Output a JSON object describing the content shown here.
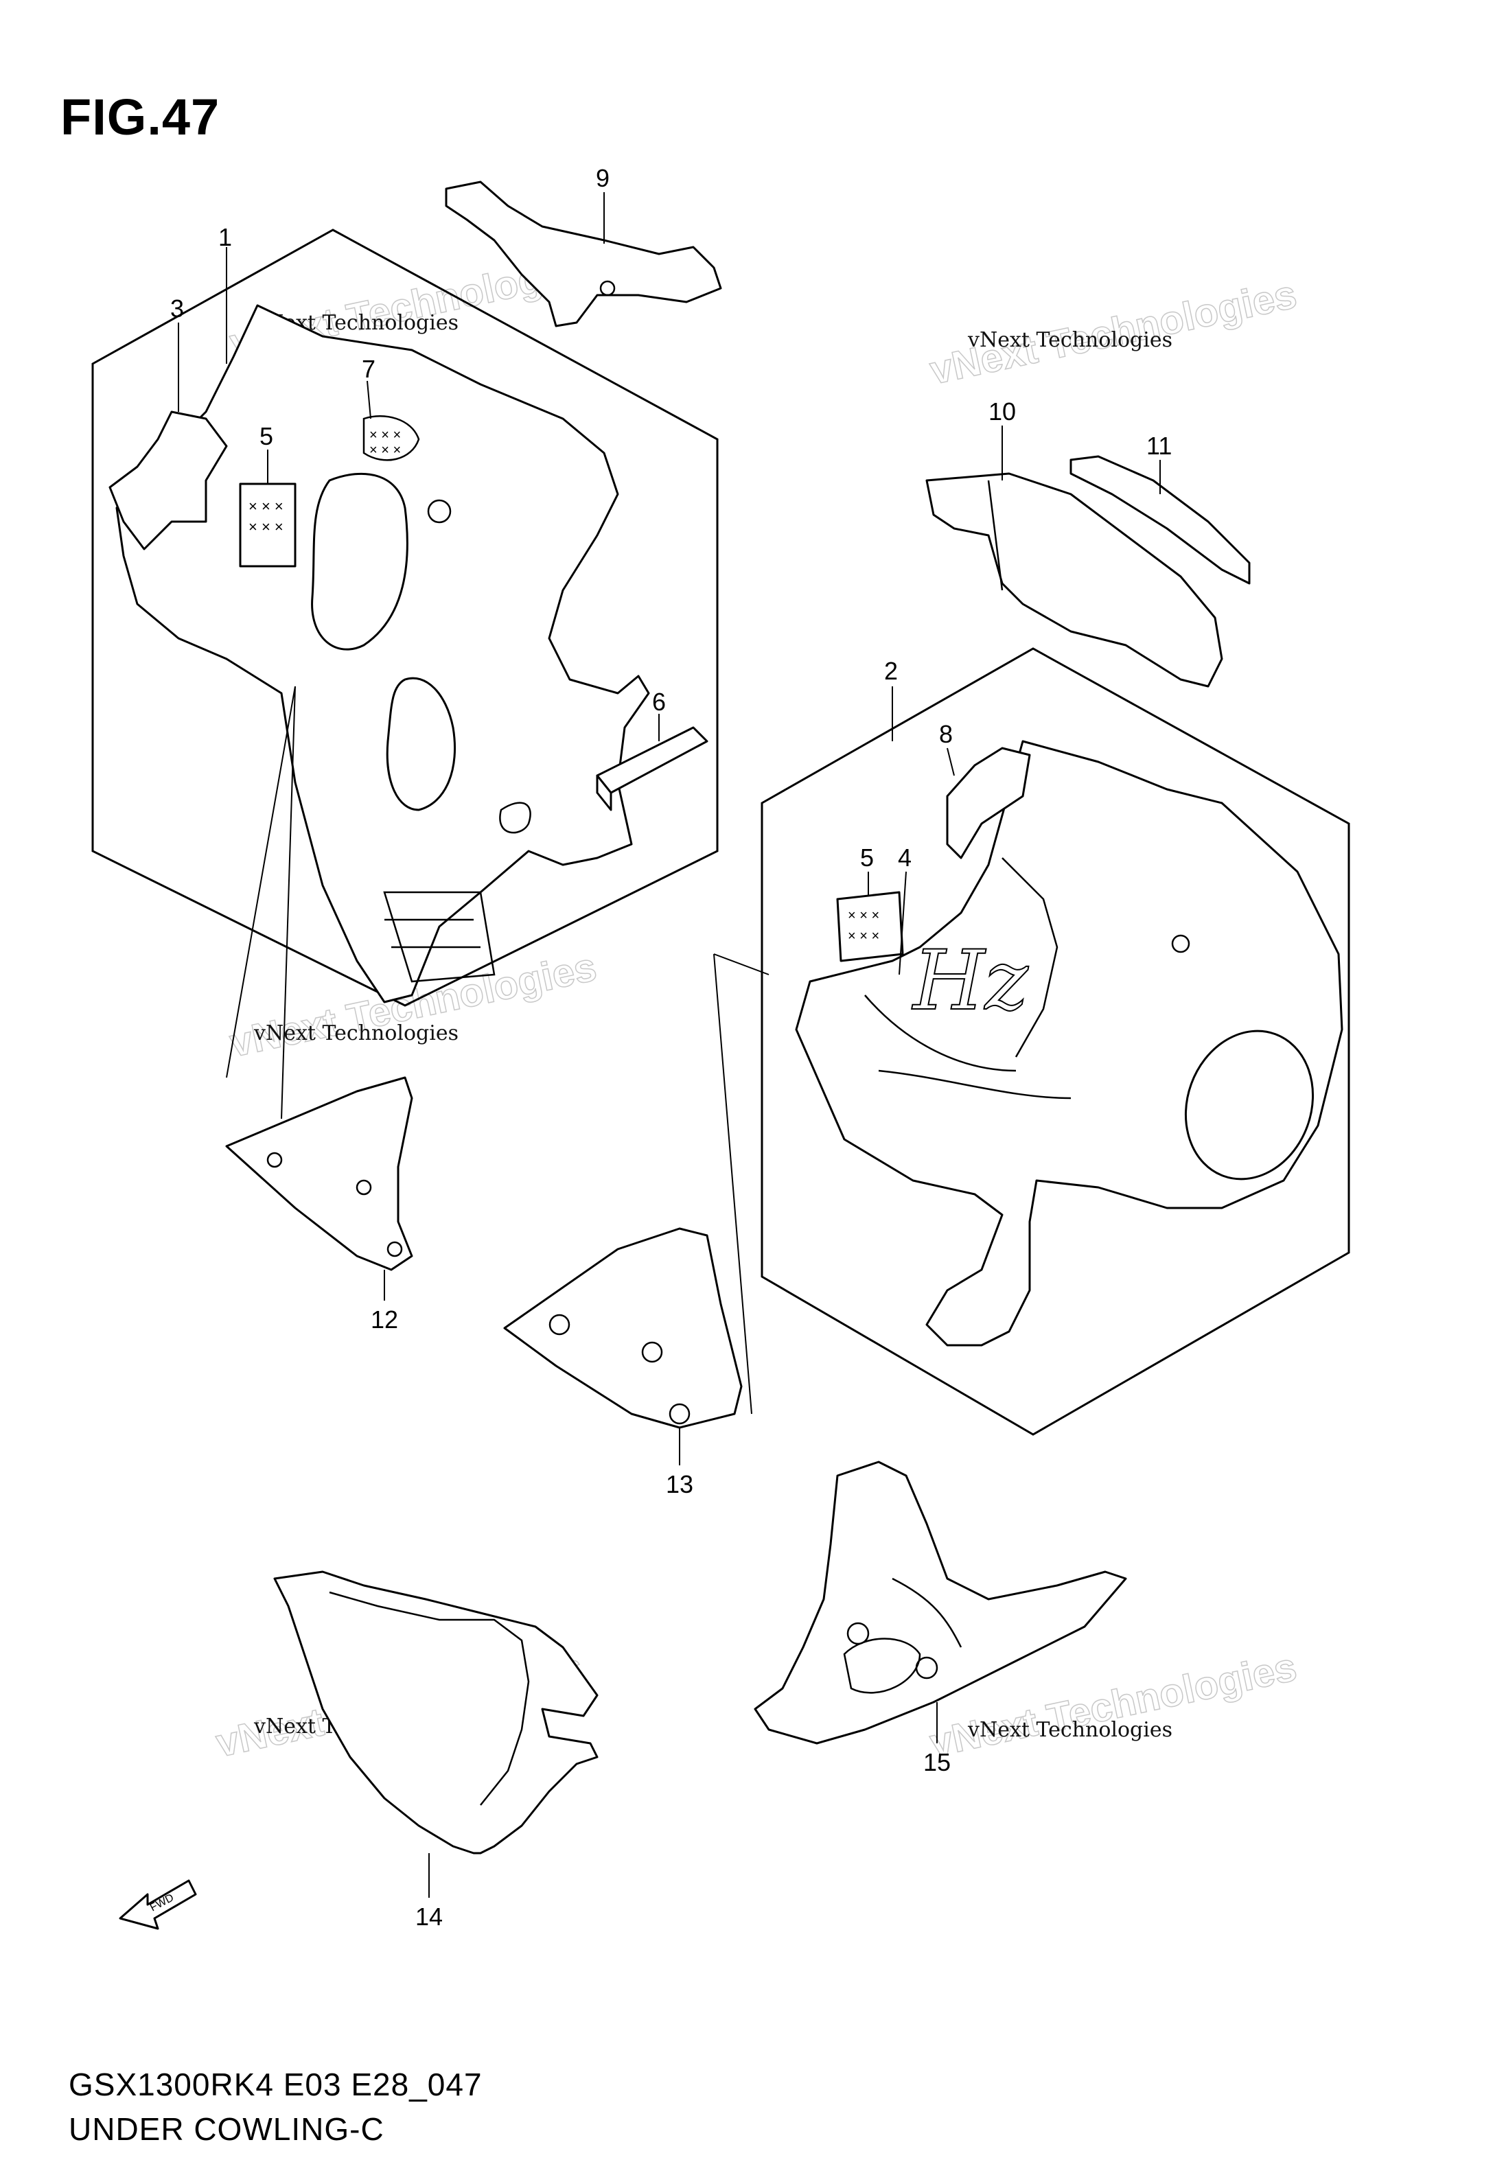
{
  "figure": {
    "title": "FIG.47"
  },
  "footer": {
    "model_code": "GSX1300RK4 E03 E28_047",
    "section_name": "UNDER COWLING-C"
  },
  "watermark": {
    "line1": "vNext Technologies",
    "line2": "vNext Technologies"
  },
  "fwd_label": "FWD",
  "callouts": {
    "p1": "1",
    "p2": "2",
    "p3": "3",
    "p4": "4",
    "p5a": "5",
    "p5b": "5",
    "p6": "6",
    "p7": "7",
    "p8": "8",
    "p9": "9",
    "p10": "10",
    "p11": "11",
    "p12": "12",
    "p13": "13",
    "p14": "14",
    "p15": "15"
  }
}
